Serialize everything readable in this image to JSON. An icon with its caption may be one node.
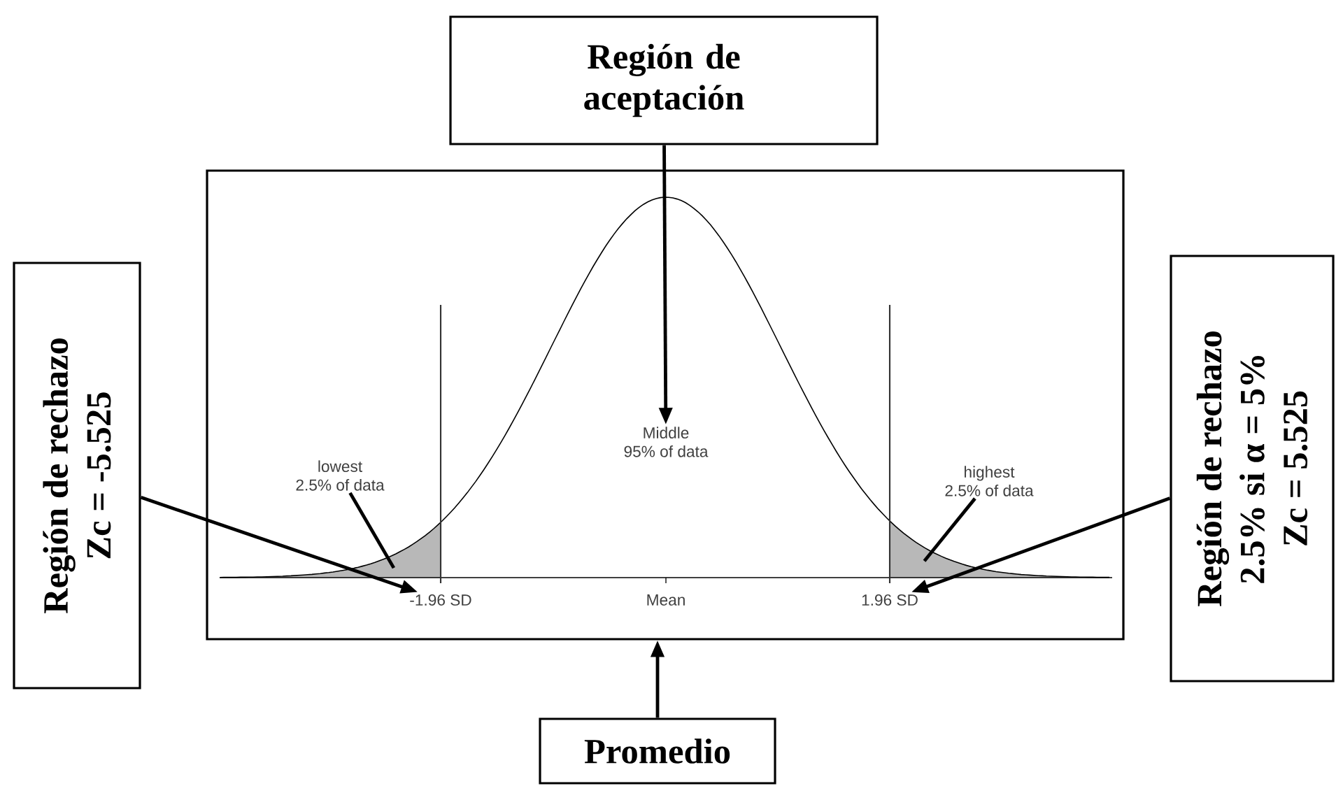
{
  "diagram": {
    "nodes": [
      {
        "text": [
          "Región de aceptación"
        ]
      },
      {
        "text": [],
        "shape": "box"
      },
      {
        "text": [
          "lowest",
          "2.5% of data"
        ],
        "in": 1
      },
      {
        "text": [
          "Middle",
          "95% of data"
        ],
        "in": 1
      },
      {
        "text": [
          "highest",
          "2.5% of data"
        ],
        "in": 1
      },
      {
        "text": [
          "-1.96 SD"
        ],
        "in": 1
      },
      {
        "text": [
          "Mean"
        ],
        "in": 1
      },
      {
        "text": [
          "1.96 SD"
        ],
        "in": 1
      },
      {
        "text": [
          "Región de rechazo",
          "Zc = -5.525"
        ]
      },
      {
        "text": [
          "Región de rechazo",
          "2.5% si α = 5%",
          "Zc = 5.525"
        ]
      },
      {
        "text": [
          "Promedio"
        ]
      },
      {
        "text": [],
        "shape": "area",
        "in": 1
      },
      {
        "text": [],
        "shape": "area",
        "in": 1
      }
    ],
    "edges": [
      {
        "from": 0,
        "to": 3,
        "arrow": "to"
      },
      {
        "from": 8,
        "to": 5,
        "arrow": "to"
      },
      {
        "from": 9,
        "to": 7,
        "arrow": "to"
      },
      {
        "from": 10,
        "to": 1,
        "arrow": "to"
      },
      {
        "from": 2,
        "to": 11,
        "arrow": "none"
      },
      {
        "from": 4,
        "to": 12,
        "arrow": "none"
      }
    ]
  }
}
